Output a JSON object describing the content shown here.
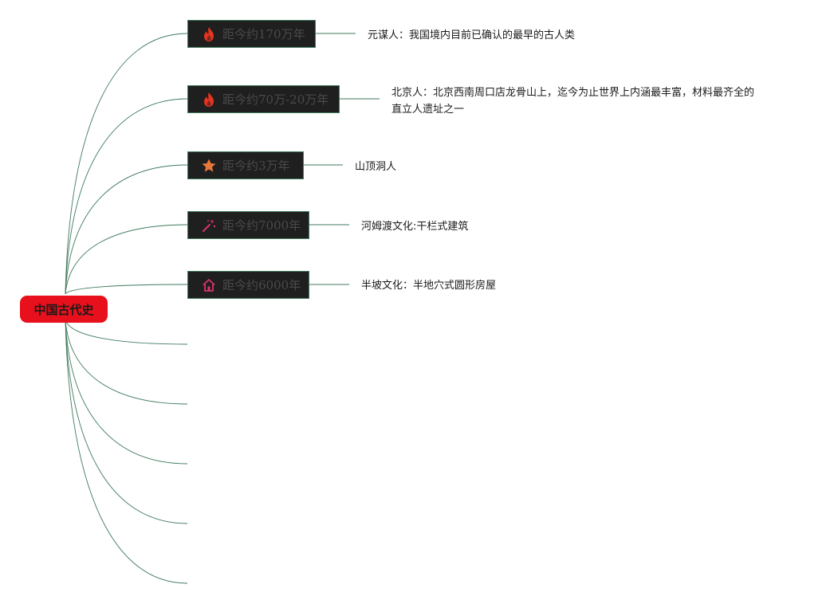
{
  "root": {
    "label": "中国古代史"
  },
  "branches": [
    {
      "label": "距今约170万年",
      "icon": "fire-icon",
      "icon_color": "#e8331f",
      "note": [
        "元谋人：我国境内目前已确认的最早的古人类"
      ]
    },
    {
      "label": "距今约70万-20万年",
      "icon": "fire-icon",
      "icon_color": "#e8331f",
      "note": [
        "北京人：北京西南周口店龙骨山上，迄今为止世界上内涵最丰富，材料最齐全的",
        "直立人遗址之一"
      ]
    },
    {
      "label": "距今约3万年",
      "icon": "star-icon",
      "icon_color": "#e8773a",
      "note": [
        "山顶洞人"
      ]
    },
    {
      "label": "距今约7000年",
      "icon": "magic-wand-icon",
      "icon_color": "#d6336c",
      "note": [
        "河姆渡文化:干栏式建筑"
      ]
    },
    {
      "label": "距今约6000年",
      "icon": "home-icon",
      "icon_color": "#d6336c",
      "note": [
        "半坡文化：半地穴式圆形房屋"
      ]
    }
  ],
  "empty_branch_count": 5,
  "colors": {
    "root": "#e8101c",
    "topic_fill": "#1f1f1f",
    "line": "#3f7a5c"
  }
}
